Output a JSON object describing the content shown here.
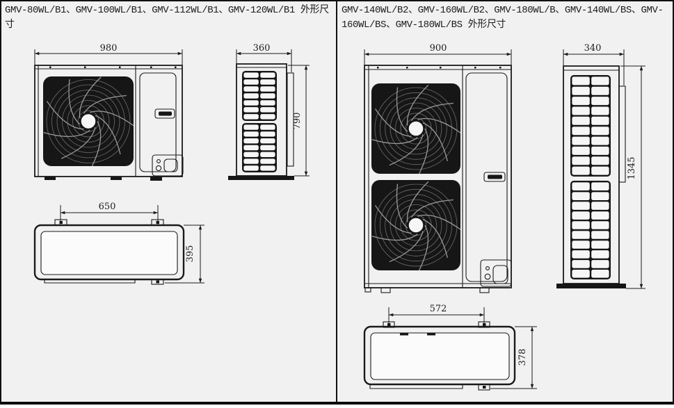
{
  "document": {
    "background": "#f1f1f2",
    "line_color": "#1a1a1a"
  },
  "panels": [
    {
      "title": "GMV-80WL/B1、GMV-100WL/B1、GMV-112WL/B1、GMV-120WL/B1 外形尺寸",
      "dims": {
        "front_width": "980",
        "side_depth": "360",
        "side_height": "790",
        "top_hole_pitch": "650",
        "top_depth": "395"
      }
    },
    {
      "title": "GMV-140WL/B2、GMV-160WL/B2、GMV-180WL/B、GMV-140WL/BS、GMV-160WL/BS、GMV-180WL/BS 外形尺寸",
      "dims": {
        "front_width": "900",
        "side_depth": "340",
        "side_height": "1345",
        "top_hole_pitch": "572",
        "top_depth": "378"
      }
    }
  ]
}
